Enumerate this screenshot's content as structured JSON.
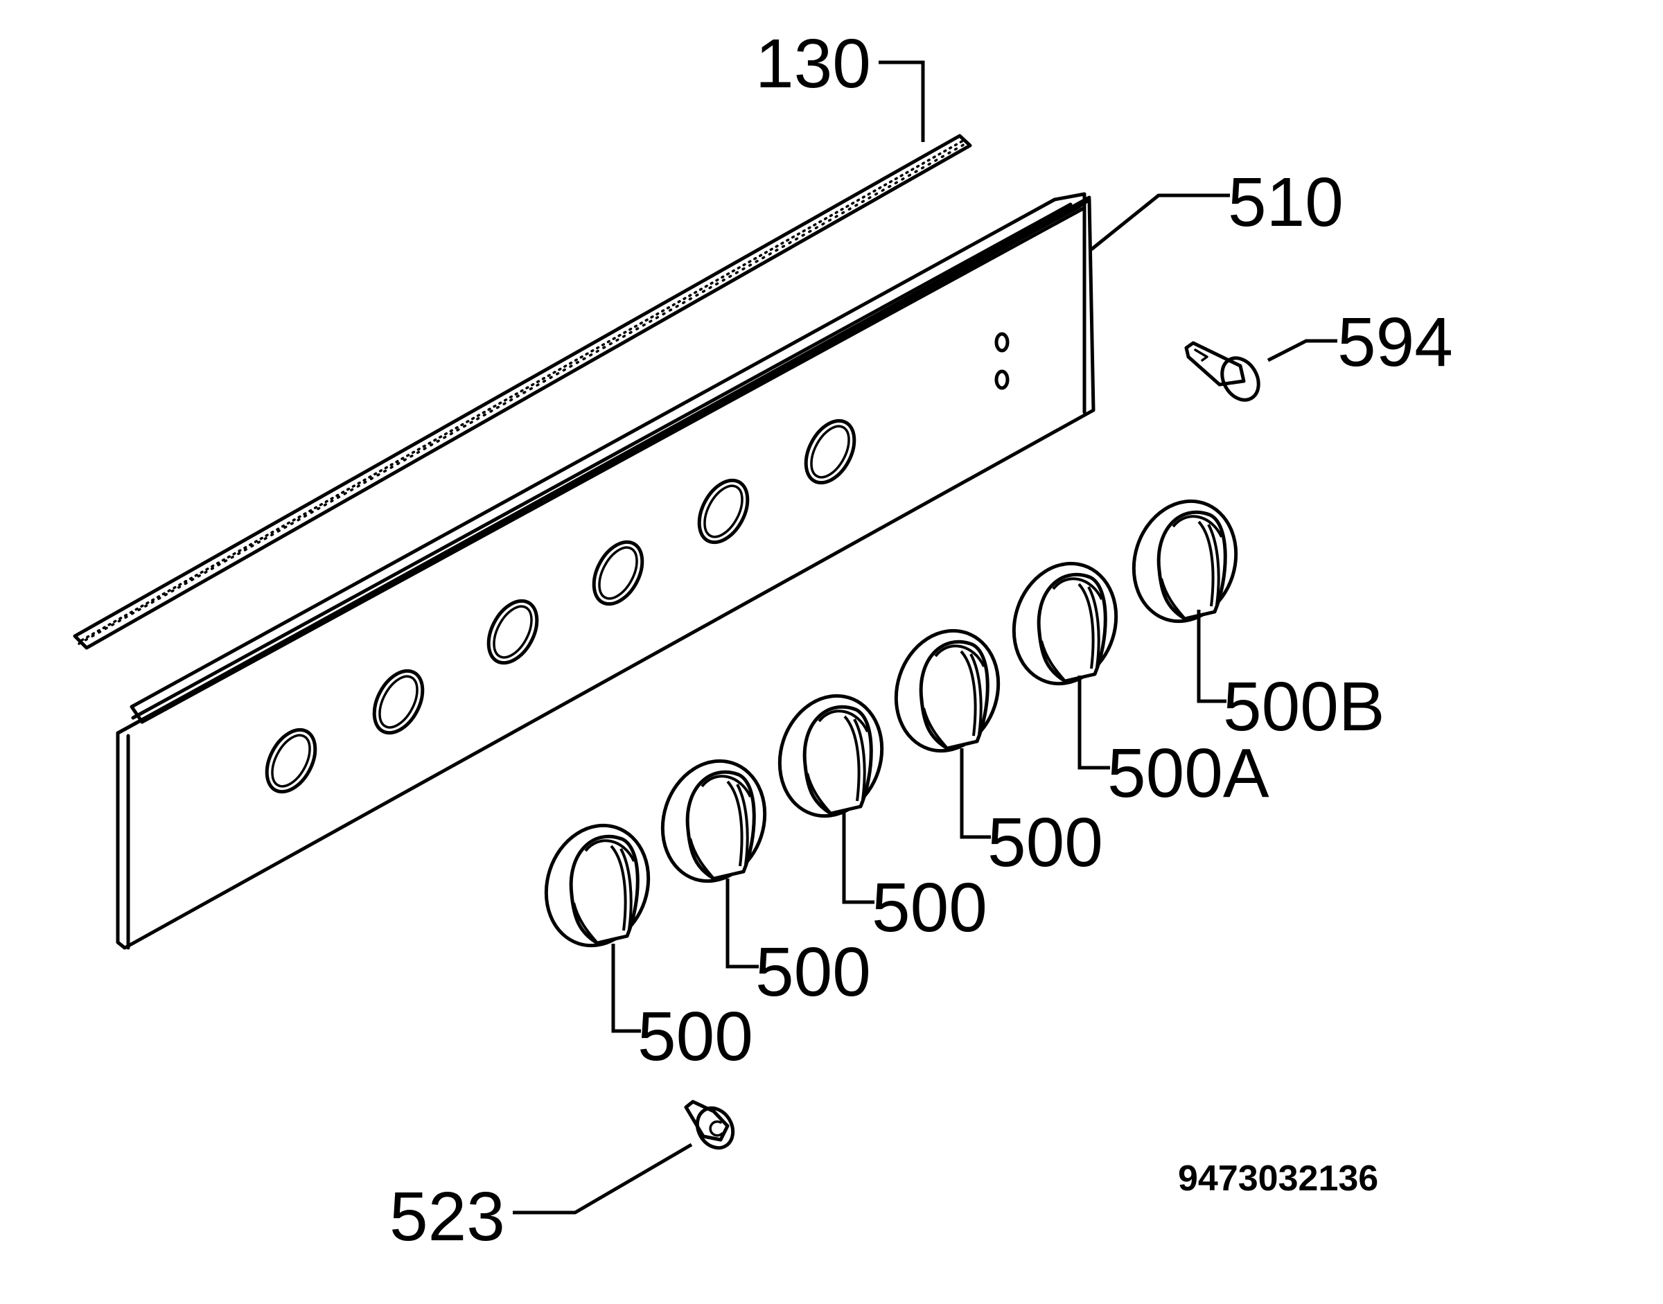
{
  "labels": {
    "strip": "130",
    "panel": "510",
    "clip": "594",
    "knob_1": "500",
    "knob_2": "500",
    "knob_3": "500",
    "knob_4": "500",
    "knob_5": "500A",
    "knob_6": "500B",
    "screw": "523"
  },
  "drawing_number": "9473032136"
}
